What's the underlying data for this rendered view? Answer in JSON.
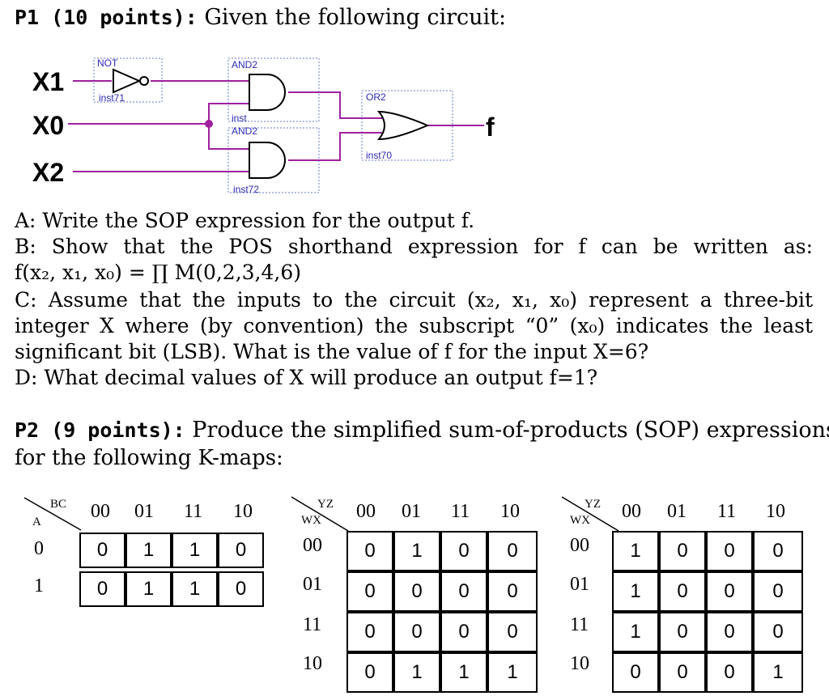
{
  "p1": {
    "label": "P1 (10 points):",
    "text": " Given the following circuit:",
    "circuit": {
      "inputs": [
        "X1",
        "X0",
        "X2"
      ],
      "output": "f",
      "gate_labels": {
        "not": "NOT",
        "not_inst": "inst71",
        "and_top": "AND2",
        "and_top_inst": "inst",
        "and_bottom": "AND2",
        "and_bottom_inst": "inst72",
        "or": "OR2",
        "or_inst": "inst70"
      }
    },
    "a": "A: Write the SOP expression for the output f.",
    "b_line1": "B: Show that the POS shorthand expression for f can be written as:",
    "b_line2": "f(x₂, x₁, x₀) = ∏ M(0,2,3,4,6)",
    "c_line1": "C: Assume that the inputs to the circuit (x₂, x₁, x₀) represent a three-bit",
    "c_line2": "integer X where (by convention) the subscript “0” (x₀) indicates the least",
    "c_line3": "significant bit (LSB).  What is the value of f for the input X=6?",
    "d": "D: What decimal values of X will produce an output f=1?"
  },
  "p2": {
    "label": "P2 (9 points):",
    "line1": " Produce the simplified sum-of-products (SOP) expressions",
    "line2": "for the following K-maps:"
  },
  "kmaps": [
    {
      "col_var": "BC",
      "row_var": "A",
      "col_labels": [
        "00",
        "01",
        "11",
        "10"
      ],
      "row_labels": [
        "0",
        "1"
      ],
      "cells": [
        [
          "0",
          "1",
          "1",
          "0"
        ],
        [
          "0",
          "1",
          "1",
          "0"
        ]
      ]
    },
    {
      "col_var": "YZ",
      "row_var": "WX",
      "col_labels": [
        "00",
        "01",
        "11",
        "10"
      ],
      "row_labels": [
        "00",
        "01",
        "11",
        "10"
      ],
      "cells": [
        [
          "0",
          "1",
          "0",
          "0"
        ],
        [
          "0",
          "0",
          "0",
          "0"
        ],
        [
          "0",
          "0",
          "0",
          "0"
        ],
        [
          "0",
          "1",
          "1",
          "1"
        ]
      ]
    },
    {
      "col_var": "YZ",
      "row_var": "WX",
      "col_labels": [
        "00",
        "01",
        "11",
        "10"
      ],
      "row_labels": [
        "00",
        "01",
        "11",
        "10"
      ],
      "cells": [
        [
          "1",
          "0",
          "0",
          "0"
        ],
        [
          "1",
          "0",
          "0",
          "0"
        ],
        [
          "1",
          "0",
          "0",
          "0"
        ],
        [
          "0",
          "0",
          "0",
          "1"
        ]
      ]
    }
  ]
}
